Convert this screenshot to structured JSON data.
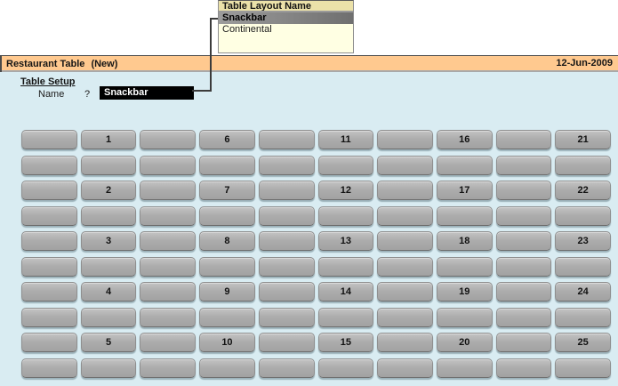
{
  "popup": {
    "title": "Table Layout Name",
    "items": [
      {
        "label": "Snackbar",
        "selected": true
      },
      {
        "label": "Continental",
        "selected": false
      }
    ]
  },
  "titlebar": {
    "title": "Restaurant Table",
    "title_suffix": "(New)",
    "date": "12-Jun-2009"
  },
  "form": {
    "section_title": "Table Setup",
    "name_label": "Name",
    "prompt_char": "?",
    "name_value": "Snackbar"
  },
  "colors": {
    "titlebar_bg": "#FFC98F",
    "content_bg": "#D9ECF2",
    "popup_header_bg": "#EBE1A9",
    "popup_body_bg": "#FFFFE3",
    "selected_item_bg": "#8C8C8C",
    "button_bg": "#ABABAB",
    "field_bg": "#000000",
    "field_fg": "#FFFFFF"
  },
  "table_grid": {
    "rows": 10,
    "cols": 10,
    "cells": [
      [
        "",
        "1",
        "",
        "6",
        "",
        "11",
        "",
        "16",
        "",
        "21"
      ],
      [
        "",
        "",
        "",
        "",
        "",
        "",
        "",
        "",
        "",
        ""
      ],
      [
        "",
        "2",
        "",
        "7",
        "",
        "12",
        "",
        "17",
        "",
        "22"
      ],
      [
        "",
        "",
        "",
        "",
        "",
        "",
        "",
        "",
        "",
        ""
      ],
      [
        "",
        "3",
        "",
        "8",
        "",
        "13",
        "",
        "18",
        "",
        "23"
      ],
      [
        "",
        "",
        "",
        "",
        "",
        "",
        "",
        "",
        "",
        ""
      ],
      [
        "",
        "4",
        "",
        "9",
        "",
        "14",
        "",
        "19",
        "",
        "24"
      ],
      [
        "",
        "",
        "",
        "",
        "",
        "",
        "",
        "",
        "",
        ""
      ],
      [
        "",
        "5",
        "",
        "10",
        "",
        "15",
        "",
        "20",
        "",
        "25"
      ],
      [
        "",
        "",
        "",
        "",
        "",
        "",
        "",
        "",
        "",
        ""
      ]
    ]
  }
}
